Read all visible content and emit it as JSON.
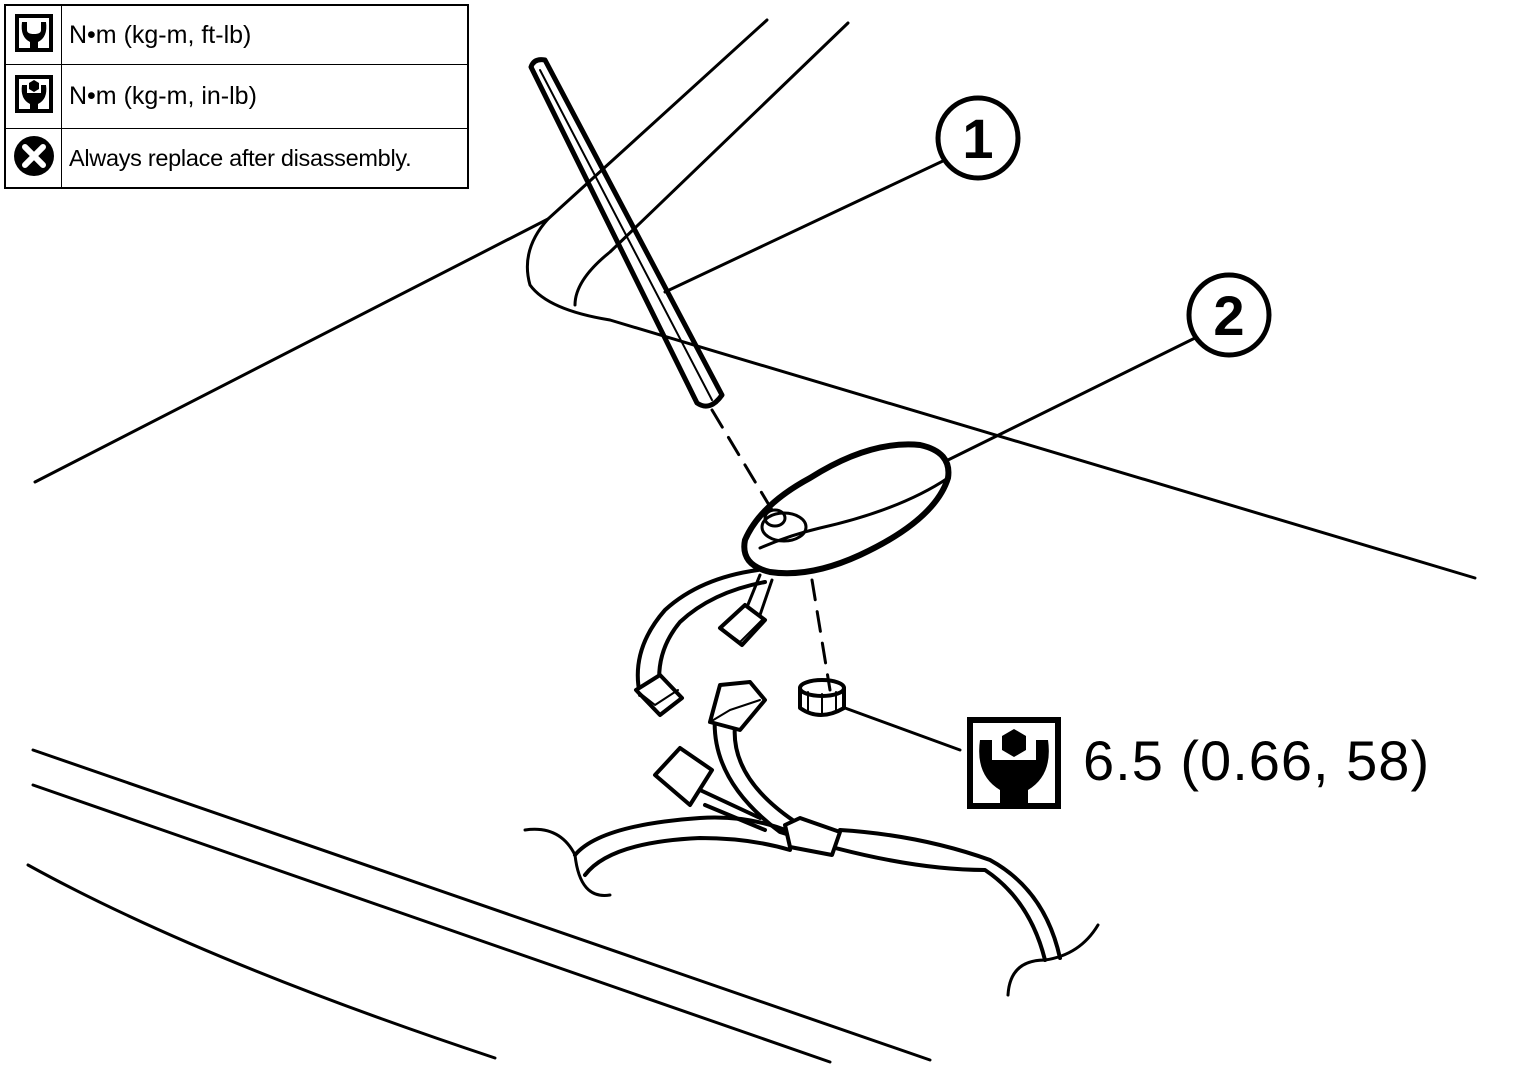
{
  "legend": {
    "rows": [
      {
        "icon": "torque-wrench-icon",
        "text": "N•m (kg-m, ft-lb)"
      },
      {
        "icon": "torque-wrench-hex-icon",
        "text": "N•m (kg-m, in-lb)"
      },
      {
        "icon": "replace-x-icon",
        "text": "Always replace after disassembly."
      }
    ]
  },
  "callouts": [
    {
      "number": "1"
    },
    {
      "number": "2"
    }
  ],
  "torque_spec": {
    "icon": "torque-wrench-hex-icon",
    "value": "6.5 (0.66, 58)"
  }
}
